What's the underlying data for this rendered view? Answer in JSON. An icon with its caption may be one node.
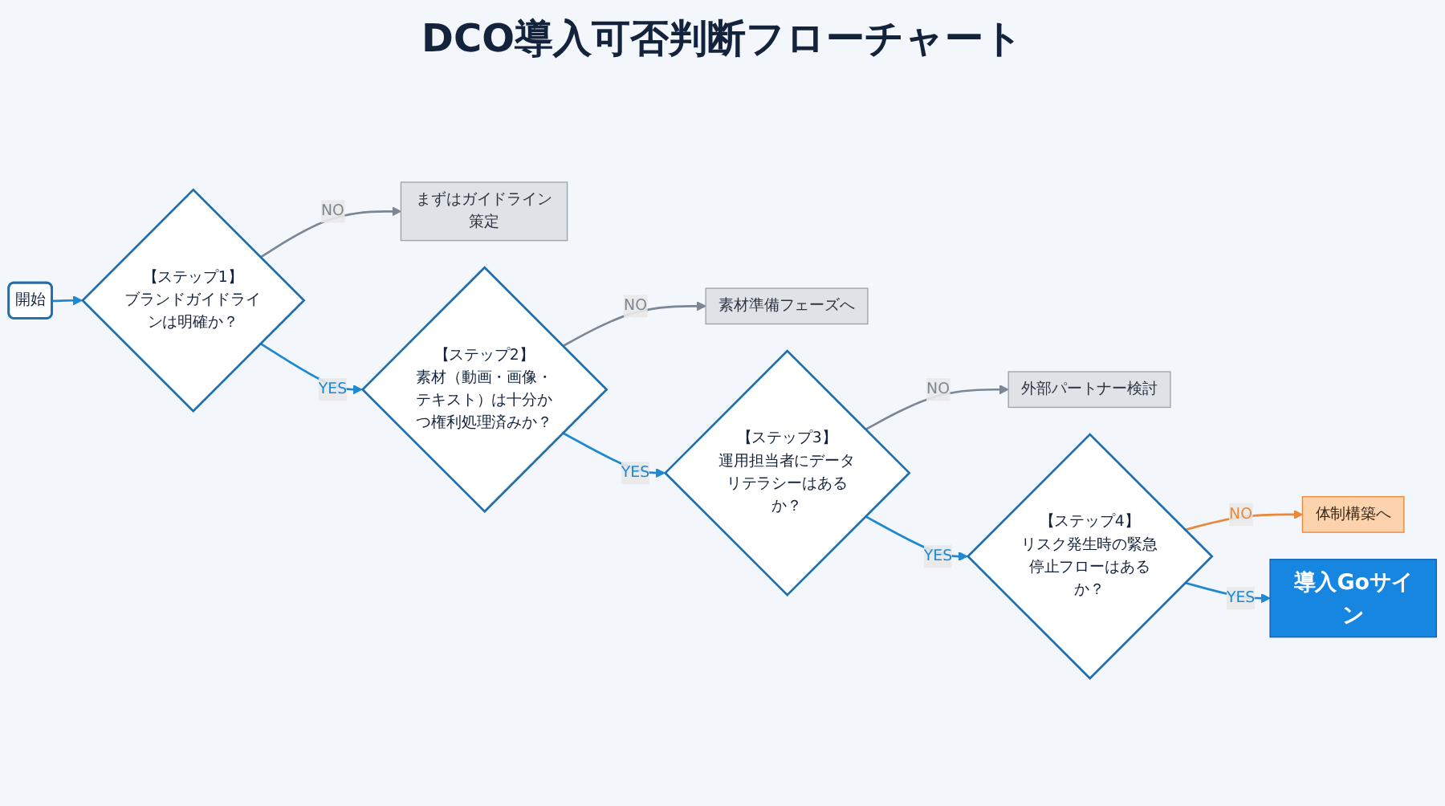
{
  "diagram": {
    "title": "DCO導入可否判断フローチャート",
    "nodes": [
      {
        "text": [
          "開始"
        ]
      },
      {
        "text": [
          "【ステップ1】",
          "ブランドガイドラインは明確か？"
        ]
      },
      {
        "text": [
          "まずはガイドライン策定"
        ]
      },
      {
        "text": [
          "【ステップ2】",
          "素材（動画・画像・テキスト）は十分かつ権利処理済みか？"
        ]
      },
      {
        "text": [
          "素材準備フェーズへ"
        ]
      },
      {
        "text": [
          "【ステップ3】",
          "運用担当者にデータリテラシーはあるか？"
        ]
      },
      {
        "text": [
          "外部パートナー検討"
        ]
      },
      {
        "text": [
          "【ステップ4】",
          "リスク発生時の緊急停止フローはあるか？"
        ]
      },
      {
        "text": [
          "体制構築へ"
        ]
      },
      {
        "text": [
          "導入Goサイン"
        ]
      }
    ],
    "edges": [
      {
        "from": 0,
        "to": 1,
        "arrow": "to"
      },
      {
        "from": 1,
        "to": 2,
        "arrow": "to",
        "label": "NO",
        "color": "#7b8794"
      },
      {
        "from": 1,
        "to": 3,
        "arrow": "to",
        "label": "YES"
      },
      {
        "from": 3,
        "to": 4,
        "arrow": "to",
        "label": "NO",
        "color": "#7b8794"
      },
      {
        "from": 3,
        "to": 5,
        "arrow": "to",
        "label": "YES"
      },
      {
        "from": 5,
        "to": 6,
        "arrow": "to",
        "label": "NO",
        "color": "#7b8794"
      },
      {
        "from": 5,
        "to": 7,
        "arrow": "to",
        "label": "YES"
      },
      {
        "from": 7,
        "to": 8,
        "arrow": "to",
        "label": "NO",
        "color": "#e8883a"
      },
      {
        "from": 7,
        "to": 9,
        "arrow": "to",
        "label": "YES"
      }
    ]
  }
}
